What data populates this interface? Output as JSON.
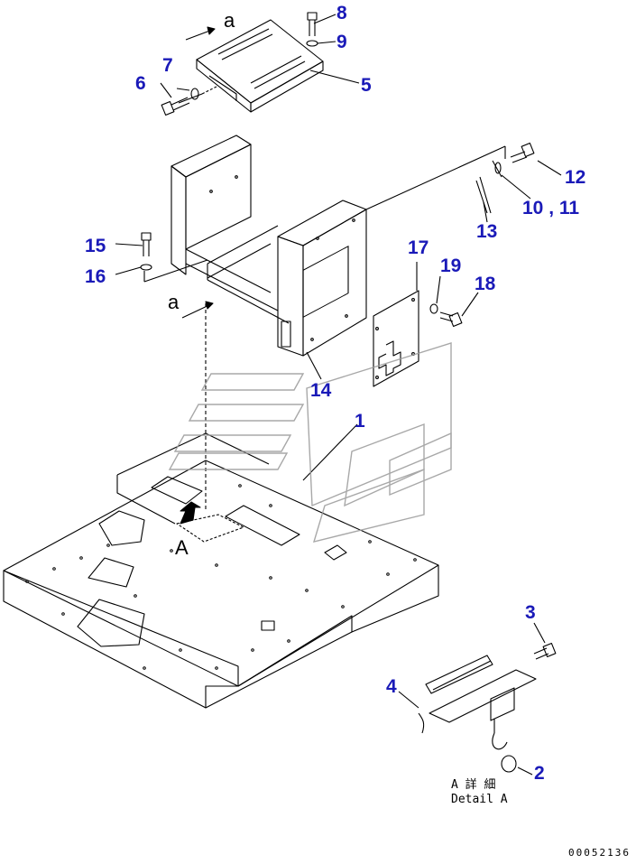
{
  "callouts": {
    "c1": "1",
    "c2": "2",
    "c3": "3",
    "c4": "4",
    "c5": "5",
    "c6": "6",
    "c7": "7",
    "c8": "8",
    "c9": "9",
    "c10_11": "10 , 11",
    "c12": "12",
    "c13": "13",
    "c14": "14",
    "c15": "15",
    "c16": "16",
    "c17": "17",
    "c18": "18",
    "c19": "19"
  },
  "view_refs": {
    "a_top": "a",
    "a_mid": "a",
    "A_arrow": "A"
  },
  "detail": {
    "line1": "A 詳 細",
    "line2": "Detail A"
  },
  "doc_number": "00052136",
  "colors": {
    "callout": "#1a1ab8",
    "line": "#000000",
    "watermark": "#9a9a9a"
  }
}
